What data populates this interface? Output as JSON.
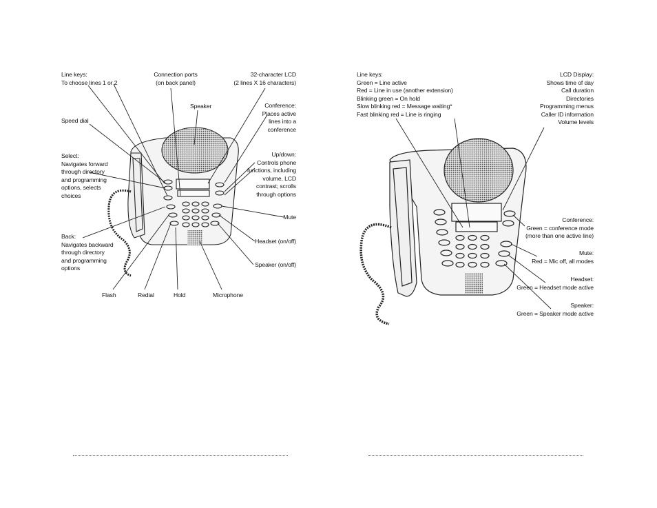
{
  "left": {
    "line_keys_title": "Line keys:",
    "line_keys_desc": "To choose lines 1 or 2",
    "connection_ports": [
      "Connection ports",
      "(on back panel)"
    ],
    "lcd": [
      "32-character LCD",
      "(2 lines X 16 characters)"
    ],
    "speaker_top": "Speaker",
    "speed_dial": "Speed dial",
    "conference": [
      "Conference:",
      "Places active",
      "lines into a",
      "conference"
    ],
    "select": [
      "Select:",
      "Navigates forward",
      "through directory",
      "and programming",
      "options, selects",
      "choices"
    ],
    "updown": [
      "Up/down:",
      "Controls phone",
      "functions, including",
      "volume, LCD",
      "contrast; scrolls",
      "through options"
    ],
    "mute": "Mute",
    "back": [
      "Back:",
      "Navigates backward",
      "through directory",
      "and programming",
      "options"
    ],
    "headset": "Headset (on/off)",
    "speaker_onoff": "Speaker (on/off)",
    "flash": "Flash",
    "redial": "Redial",
    "hold": "Hold",
    "microphone": "Microphone"
  },
  "right": {
    "line_keys": [
      "Line keys:",
      "Green = Line active",
      "Red = Line in use (another extension)",
      "Blinking green = On hold",
      "Slow blinking red = Message waiting*",
      "Fast blinking red = Line is ringing"
    ],
    "lcd_display": [
      "LCD Display:",
      "Shows time of day",
      "Call duration",
      "Directories",
      "Programming menus",
      "Caller ID information",
      "Volume levels"
    ],
    "conference": [
      "Conference:",
      "Green = conference mode",
      "(more than one active line)"
    ],
    "mute": [
      "Mute:",
      "Red = Mic off, all modes"
    ],
    "headset": [
      "Headset:",
      "Green = Headset mode active"
    ],
    "speaker": [
      "Speaker:",
      "Green = Speaker mode active"
    ]
  },
  "colors": {
    "ink": "#111111",
    "speaker_fill": "#bcbcbc",
    "body_fill": "#f4f4f4"
  }
}
